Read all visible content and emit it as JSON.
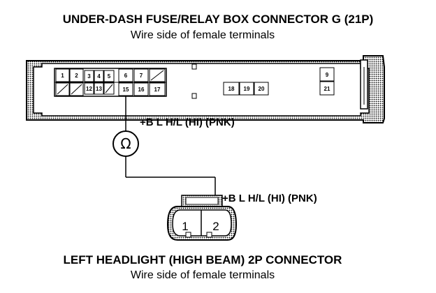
{
  "top_connector": {
    "title": "UNDER-DASH FUSE/RELAY BOX CONNECTOR G (21P)",
    "subtitle": "Wire side of female terminals",
    "pins": {
      "p1": "1",
      "p2": "2",
      "p3": "3",
      "p4": "4",
      "p5": "5",
      "p6": "6",
      "p7": "7",
      "p12": "12",
      "p13": "13",
      "p15": "15",
      "p16": "16",
      "p17": "17",
      "p18": "18",
      "p19": "19",
      "p20": "20",
      "p9": "9",
      "p21": "21"
    }
  },
  "meter": {
    "symbol": "Ω"
  },
  "wire_labels": {
    "upper": "+B L H/L (HI) (PNK)",
    "lower": "+B L H/L (HI) (PNK)"
  },
  "bottom_connector": {
    "title": "LEFT HEADLIGHT (HIGH BEAM) 2P CONNECTOR",
    "subtitle": "Wire side of female terminals",
    "pins": {
      "p1": "1",
      "p2": "2"
    }
  }
}
